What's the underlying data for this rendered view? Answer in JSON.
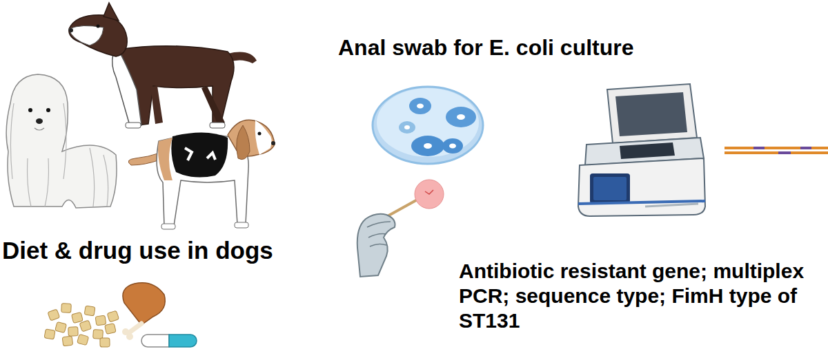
{
  "diagram": {
    "labels": [
      "Anal swab for E. coli culture",
      "Diet & drug use in dogs",
      "Antibiotic resistant gene; multiplex PCR; sequence type; FimH type of ST131"
    ]
  }
}
